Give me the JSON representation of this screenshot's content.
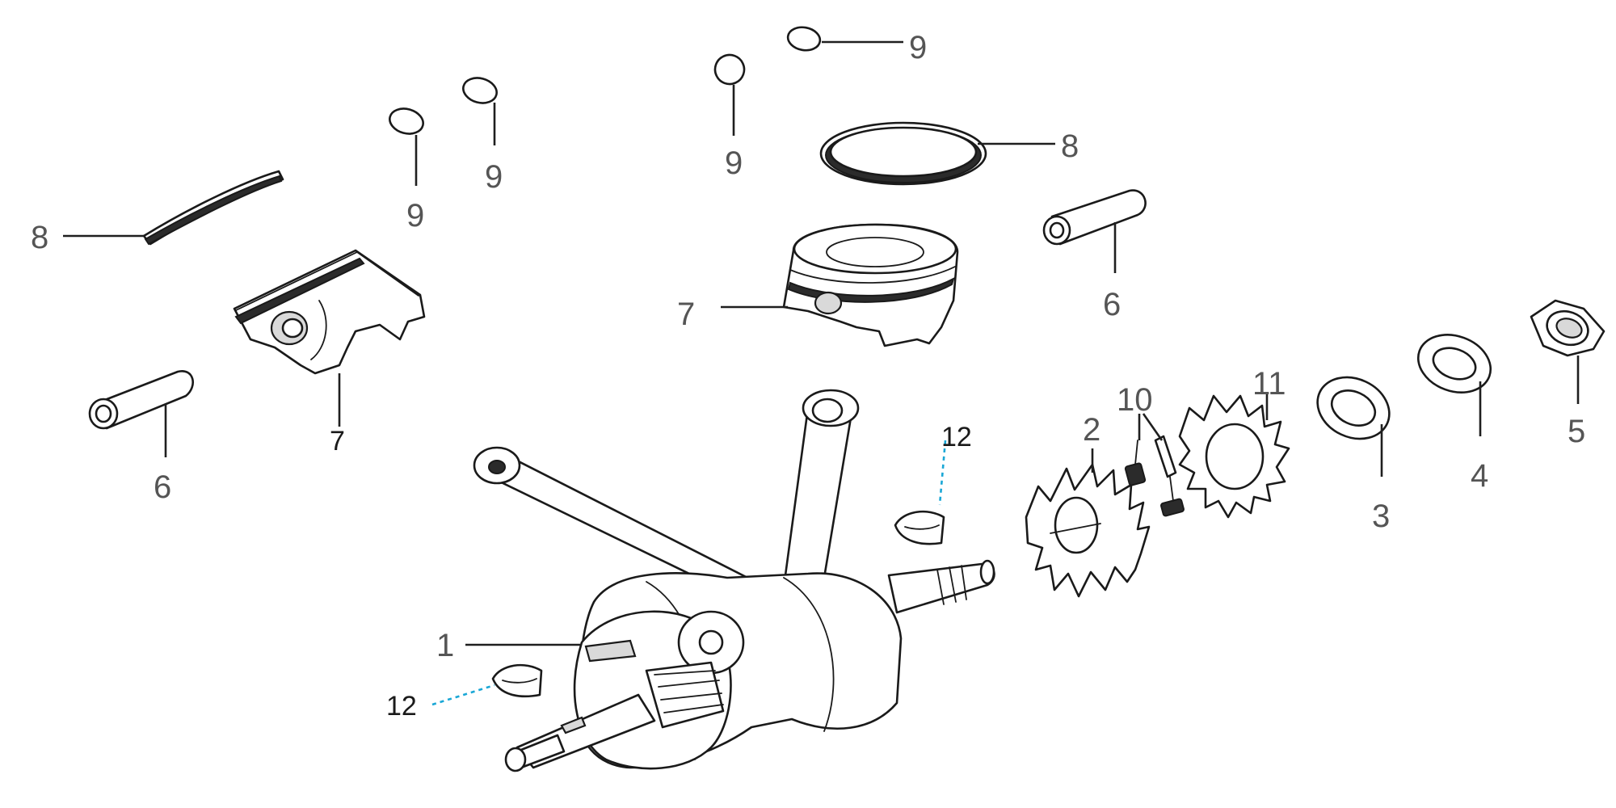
{
  "diagram": {
    "callouts": {
      "crankshaft": "1",
      "gear_small": "2",
      "washer_a": "3",
      "washer_b": "4",
      "nut": "5",
      "pin_left": "6",
      "pin_right": "6",
      "piston_left": "7",
      "piston_right": "7",
      "ring_left": "8",
      "ring_right": "8",
      "clip_1": "9",
      "clip_2": "9",
      "clip_3": "9",
      "clip_4": "9",
      "bolts": "10",
      "gear_large": "11",
      "key_top": "12",
      "key_bottom": "12"
    },
    "colors": {
      "line": "#1a1a1a",
      "label": "#555555",
      "dashed_leader": "#1aa7d6"
    }
  }
}
